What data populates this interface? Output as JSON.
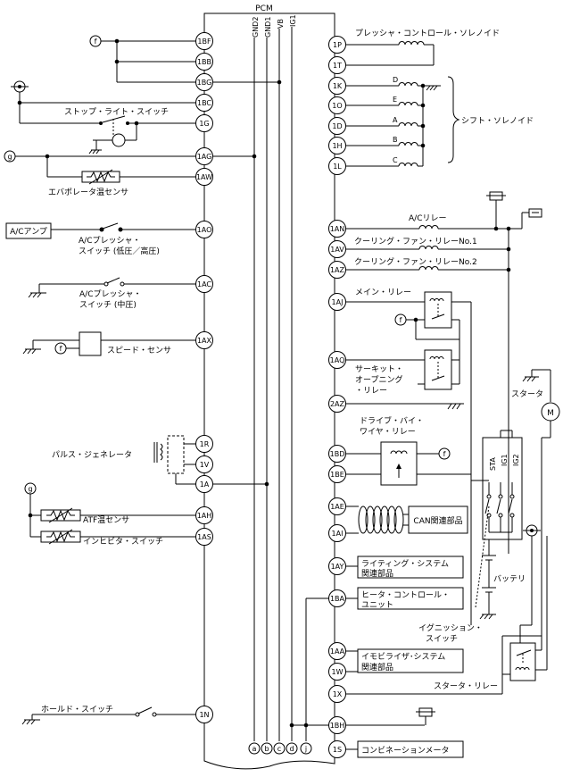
{
  "pcm": {
    "title": "PCM",
    "bus": [
      "GND2",
      "GND1",
      "VB",
      "IG1"
    ],
    "bottom_terminals": [
      "a",
      "b",
      "c",
      "d",
      "j"
    ]
  },
  "left_pins": [
    "1BF",
    "1BB",
    "1BG",
    "1BC",
    "1G",
    "1AG",
    "1AW",
    "1AO",
    "1AC",
    "1AX",
    "1R",
    "1V",
    "1A",
    "1AH",
    "1AS",
    "1N"
  ],
  "right_pins": [
    "1P",
    "1T",
    "1K",
    "1O",
    "1D",
    "1H",
    "1L",
    "1AN",
    "1AV",
    "1AZ",
    "1AJ",
    "1AQ",
    "2AZ",
    "1BD",
    "1BE",
    "1AE",
    "1AI",
    "1AY",
    "1BA",
    "1AA",
    "1W",
    "1X",
    "1BH",
    "1S"
  ],
  "connector_labels": [
    "f",
    "g",
    "f",
    "f",
    "g",
    "f"
  ],
  "labels": {
    "stop_light_switch": "ストップ・ライト・スイッチ",
    "evap_temp_sensor": "エバポレータ温センサ",
    "ac_amp": "A/Cアンプ",
    "ac_pressure_low_high": [
      "A/Cプレッシャ・",
      "スイッチ (低圧／高圧)"
    ],
    "ac_pressure_mid": [
      "A/Cプレッシャ・",
      "スイッチ (中圧)"
    ],
    "speed_sensor": "スピード・センサ",
    "pulse_generator": "パルス・ジェネレータ",
    "atf_temp_sensor": "ATF温センサ",
    "inhibitor_switch": "インヒビタ・スイッチ",
    "hold_switch": "ホールド・スイッチ",
    "pressure_control_solenoid": "プレッシャ・コントロール・ソレノイド",
    "shift_solenoid": "シフト・ソレノイド",
    "solenoid_letters": [
      "D",
      "E",
      "A",
      "B",
      "C"
    ],
    "ac_relay": "A/Cリレー",
    "cooling_fan_relay_1": "クーリング・ファン・リレーNo.1",
    "cooling_fan_relay_2": "クーリング・ファン・リレーNo.2",
    "main_relay": "メイン・リレー",
    "circuit_opening_relay": [
      "サーキット・",
      "オープニング",
      "・リレー"
    ],
    "drive_by_wire_relay": [
      "ドライブ・バイ・",
      "ワイヤ・リレー"
    ],
    "can_parts": "CAN関連部品",
    "lighting_system": [
      "ライティング・システム",
      "関連部品"
    ],
    "heater_control": [
      "ヒータ・コントロール・",
      "ユニット"
    ],
    "immobilizer": [
      "イモビライザ･システム",
      "関連部品"
    ],
    "combination_meter": "コンビネーションメータ",
    "starter": "スタータ",
    "starter_motor_symbol": "M",
    "battery": "バッテリ",
    "ignition_switch": [
      "イグニッション・",
      "スイッチ"
    ],
    "ignition_terminals": [
      "STA",
      "IG1",
      "IG2"
    ],
    "starter_relay": "スタータ・リレー"
  }
}
